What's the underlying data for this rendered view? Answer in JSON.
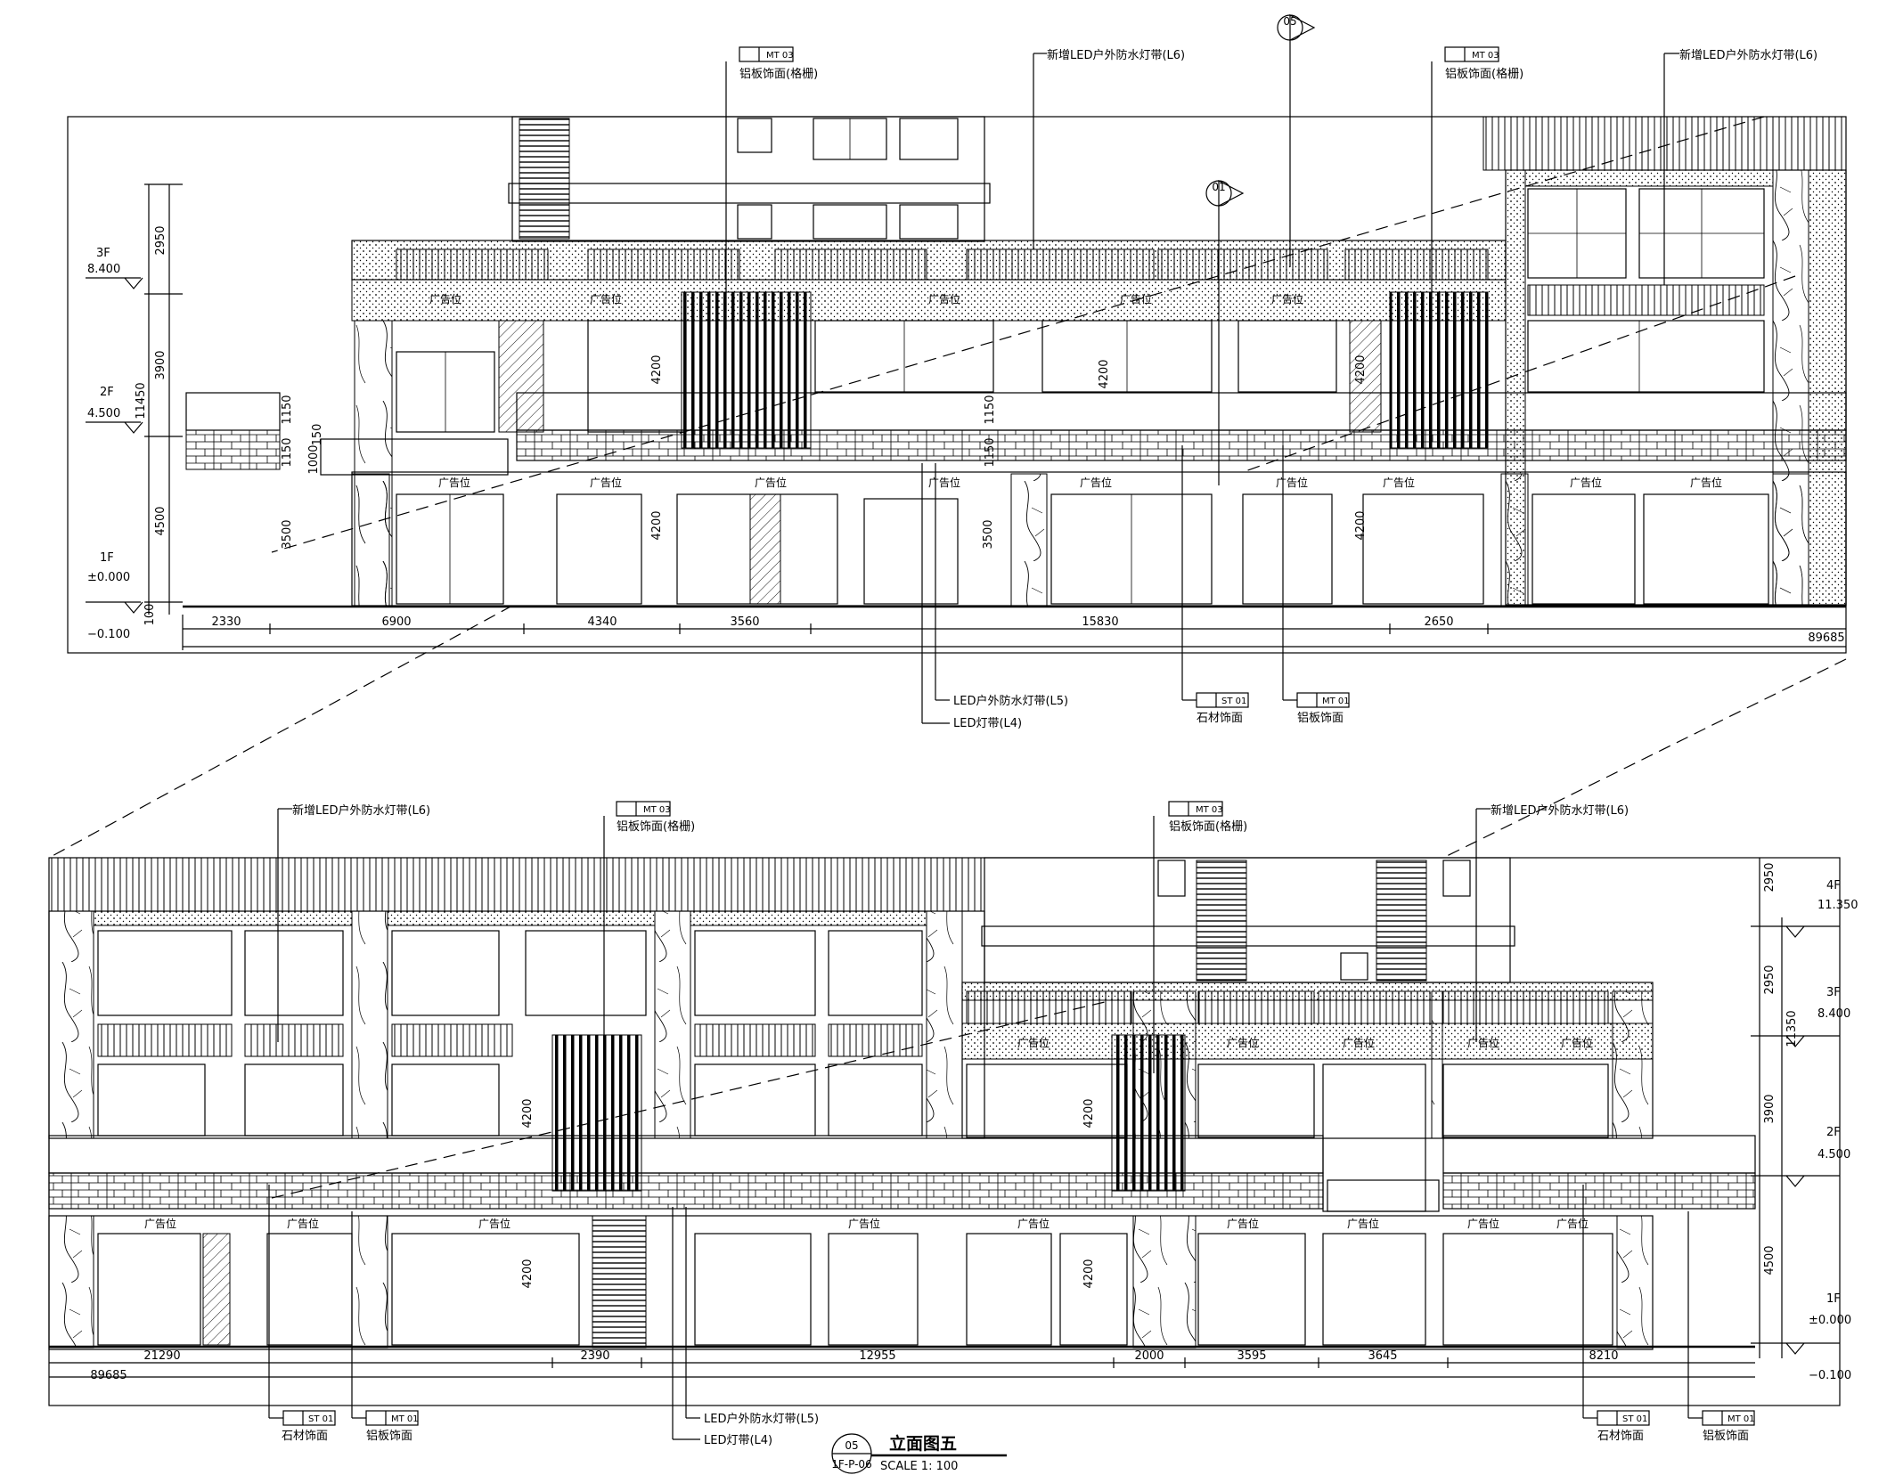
{
  "drawing": {
    "title": "立面图五",
    "scale": "SCALE  1: 100",
    "ref_number": "05",
    "ref_sheet": "1F-P-06",
    "label_advert": "广告位"
  },
  "upper": {
    "levels": [
      {
        "name": "3F",
        "elev": "8.400"
      },
      {
        "name": "2F",
        "elev": "4.500"
      },
      {
        "name": "1F",
        "elev": "±0.000"
      }
    ],
    "ground": "−0.100",
    "vertical_dims": [
      "2950",
      "3900",
      "11450",
      "4500",
      "100"
    ],
    "minor_dims": [
      "1150",
      "1150",
      "150",
      "1000",
      "3500",
      "1150",
      "1150",
      "4200",
      "4200",
      "3500",
      "4200",
      "4200",
      "4200"
    ],
    "bottom_dims": [
      "2330",
      "6900",
      "4340",
      "3560",
      "15830",
      "2650"
    ],
    "total": "89685",
    "callouts_top": [
      {
        "code": "MT  03",
        "text": "铝板饰面(格栅)"
      },
      {
        "text": "新增LED户外防水灯带(L6)"
      },
      {
        "code": "MT  03",
        "text": "铝板饰面(格栅)"
      },
      {
        "text": "新增LED户外防水灯带(L6)"
      }
    ],
    "callouts_bottom": [
      {
        "text": "LED户外防水灯带(L5)"
      },
      {
        "text": "LED灯带(L4)"
      },
      {
        "code": "ST  01",
        "text": "石材饰面"
      },
      {
        "code": "MT  01",
        "text": "铝板饰面"
      }
    ],
    "markers": [
      "05",
      "01"
    ]
  },
  "lower": {
    "levels": [
      {
        "name": "4F",
        "elev": "11.350"
      },
      {
        "name": "3F",
        "elev": "8.400"
      },
      {
        "name": "2F",
        "elev": "4.500"
      },
      {
        "name": "1F",
        "elev": "±0.000"
      }
    ],
    "ground": "−0.100",
    "vertical_dims": [
      "2950",
      "2950",
      "11350",
      "3900",
      "4500"
    ],
    "minor_dims": [
      "4200",
      "4200",
      "4200",
      "4200"
    ],
    "bottom_dims": [
      "21290",
      "2390",
      "12955",
      "2000",
      "3595",
      "3645",
      "8210"
    ],
    "total": "89685",
    "callouts_top": [
      {
        "text": "新增LED户外防水灯带(L6)"
      },
      {
        "code": "MT  03",
        "text": "铝板饰面(格栅)"
      },
      {
        "code": "MT  03",
        "text": "铝板饰面(格栅)"
      },
      {
        "text": "新增LED户外防水灯带(L6)"
      }
    ],
    "callouts_bottom": [
      {
        "code": "ST  01",
        "text": "石材饰面"
      },
      {
        "code": "MT  01",
        "text": "铝板饰面"
      },
      {
        "text": "LED户外防水灯带(L5)"
      },
      {
        "text": "LED灯带(L4)"
      },
      {
        "code": "ST  01",
        "text": "石材饰面"
      },
      {
        "code": "MT  01",
        "text": "铝板饰面"
      }
    ]
  }
}
